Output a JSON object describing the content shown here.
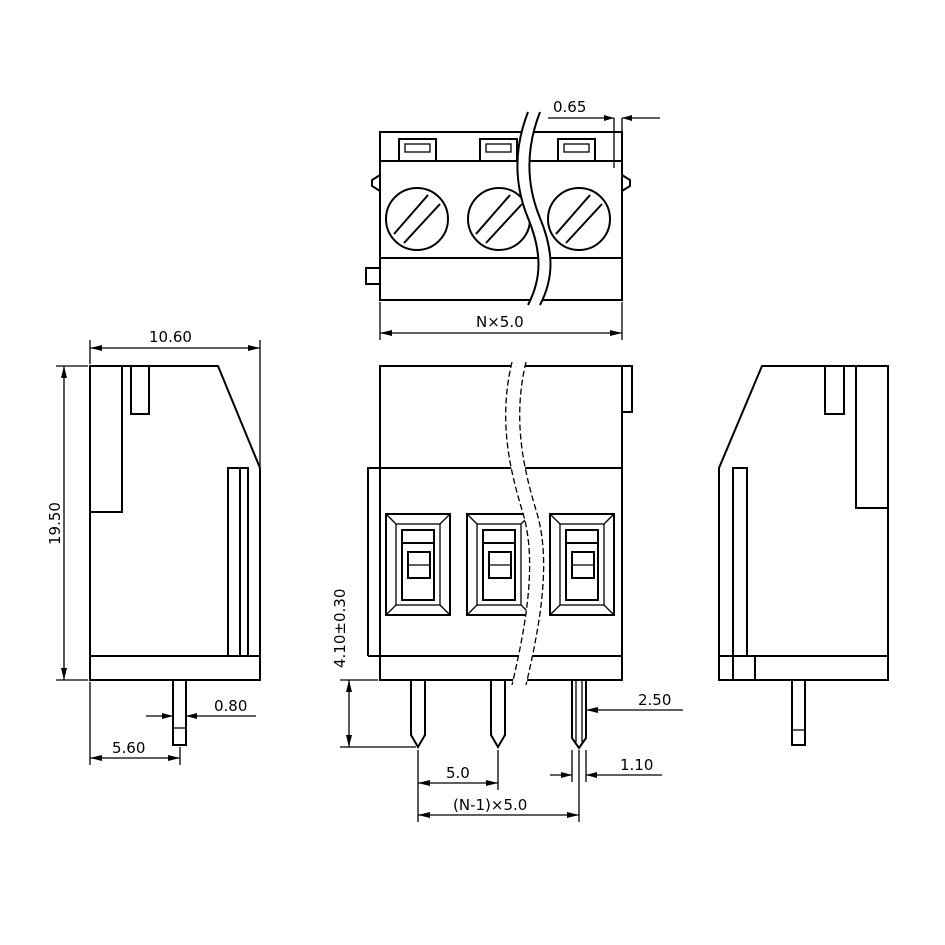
{
  "dimensions": {
    "top_width": "N×5.0",
    "side_width": "10.60",
    "side_height": "19.50",
    "pin_width": "0.80",
    "pin_offset": "5.60",
    "tab_offset": "0.65",
    "pin_length": "4.10±0.30",
    "pitch": "5.0",
    "total_pitch": "(N-1)×5.0",
    "pin_spacing_right": "2.50",
    "pin_thickness": "1.10"
  }
}
